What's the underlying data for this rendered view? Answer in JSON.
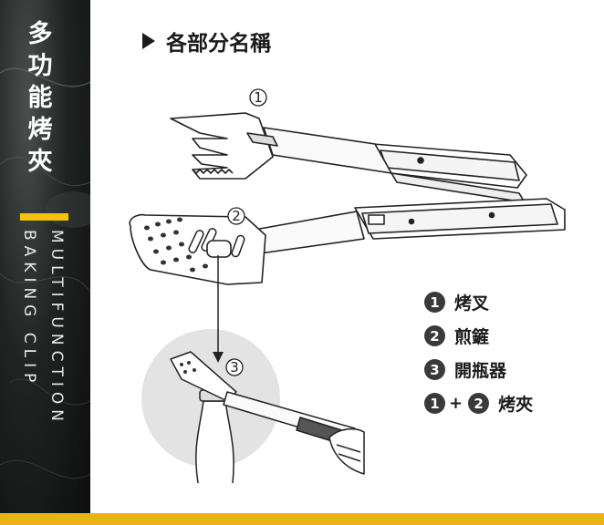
{
  "sidebar": {
    "title_chars": [
      "多",
      "功",
      "能",
      "烤",
      "夾"
    ],
    "subtitle_line1": "MULTIFUNCTION",
    "subtitle_line2": "BAKING CLIP"
  },
  "heading": "各部分名稱",
  "callouts": {
    "one": "1",
    "two": "2",
    "three": "3"
  },
  "legend": [
    {
      "badges": [
        "1"
      ],
      "label": "烤叉"
    },
    {
      "badges": [
        "2"
      ],
      "label": "煎鏟"
    },
    {
      "badges": [
        "3"
      ],
      "label": "開瓶器"
    },
    {
      "badges": [
        "1",
        "2"
      ],
      "label": "烤夾",
      "joiner": "+"
    }
  ],
  "colors": {
    "accent_yellow": "#f4c20d",
    "bottom_bar": "#e8b417",
    "dark": "#1a1a1a"
  }
}
